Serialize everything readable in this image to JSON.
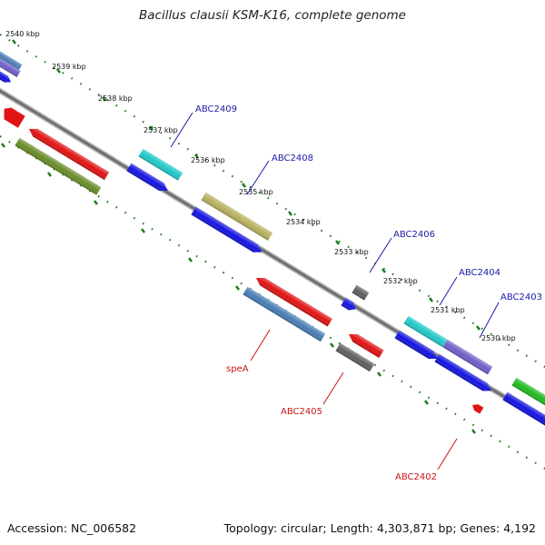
{
  "title": "Bacillus clausii KSM-K16, complete genome",
  "footer": {
    "accession": "Accession: NC_006582",
    "topology": "Topology: circular; Length: 4,303,871 bp; Genes: 4,192"
  },
  "colors": {
    "backbone": "#7a7a7a",
    "ticks": "#1f7a1f",
    "label_forward": "#1a1aa8",
    "label_reverse": "#c81414",
    "cds_forward": "#1515e0",
    "cds_reverse": "#e01414"
  },
  "ticks": [
    {
      "label": "2540 kbp"
    },
    {
      "label": "2539 kbp"
    },
    {
      "label": "2538 kbp"
    },
    {
      "label": "2537 kbp"
    },
    {
      "label": "2536 kbp"
    },
    {
      "label": "2535 kbp"
    },
    {
      "label": "2534 kbp"
    },
    {
      "label": "2533 kbp"
    },
    {
      "label": "2532 kbp"
    },
    {
      "label": "2531 kbp"
    },
    {
      "label": "2530 kbp"
    }
  ],
  "gene_labels": [
    {
      "label": "ABC2409",
      "strand": "forward"
    },
    {
      "label": "ABC2408",
      "strand": "forward"
    },
    {
      "label": "ABC2406",
      "strand": "forward"
    },
    {
      "label": "ABC2404",
      "strand": "forward"
    },
    {
      "label": "ABC2403",
      "strand": "forward"
    },
    {
      "label": "speA",
      "strand": "reverse"
    },
    {
      "label": "ABC2405",
      "strand": "reverse"
    },
    {
      "label": "ABC2402",
      "strand": "reverse"
    }
  ]
}
